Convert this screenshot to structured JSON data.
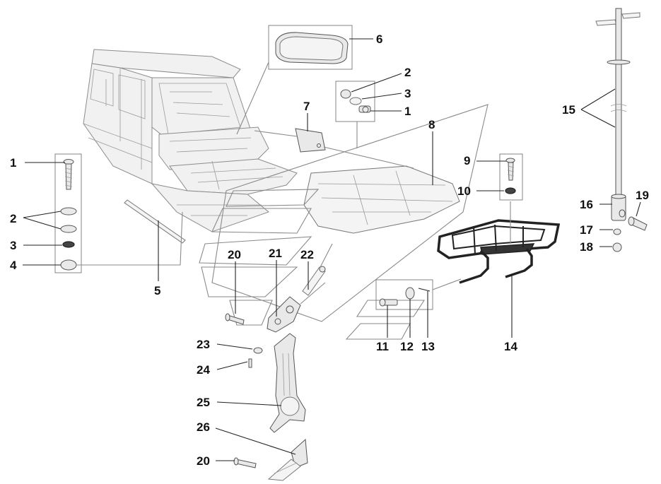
{
  "callouts": [
    {
      "id": "c1a",
      "text": "1"
    },
    {
      "id": "c2a",
      "text": "2"
    },
    {
      "id": "c3a",
      "text": "3"
    },
    {
      "id": "c4a",
      "text": "4"
    },
    {
      "id": "c5",
      "text": "5"
    },
    {
      "id": "c6",
      "text": "6"
    },
    {
      "id": "c2b",
      "text": "2"
    },
    {
      "id": "c3b",
      "text": "3"
    },
    {
      "id": "c1b",
      "text": "1"
    },
    {
      "id": "c7",
      "text": "7"
    },
    {
      "id": "c8",
      "text": "8"
    },
    {
      "id": "c9",
      "text": "9"
    },
    {
      "id": "c10",
      "text": "10"
    },
    {
      "id": "c11",
      "text": "11"
    },
    {
      "id": "c12",
      "text": "12"
    },
    {
      "id": "c13",
      "text": "13"
    },
    {
      "id": "c14",
      "text": "14"
    },
    {
      "id": "c15",
      "text": "15"
    },
    {
      "id": "c16",
      "text": "16"
    },
    {
      "id": "c17",
      "text": "17"
    },
    {
      "id": "c18",
      "text": "18"
    },
    {
      "id": "c19",
      "text": "19"
    },
    {
      "id": "c20a",
      "text": "20"
    },
    {
      "id": "c21",
      "text": "21"
    },
    {
      "id": "c22",
      "text": "22"
    },
    {
      "id": "c23",
      "text": "23"
    },
    {
      "id": "c24",
      "text": "24"
    },
    {
      "id": "c25",
      "text": "25"
    },
    {
      "id": "c26",
      "text": "26"
    },
    {
      "id": "c20b",
      "text": "20"
    }
  ]
}
